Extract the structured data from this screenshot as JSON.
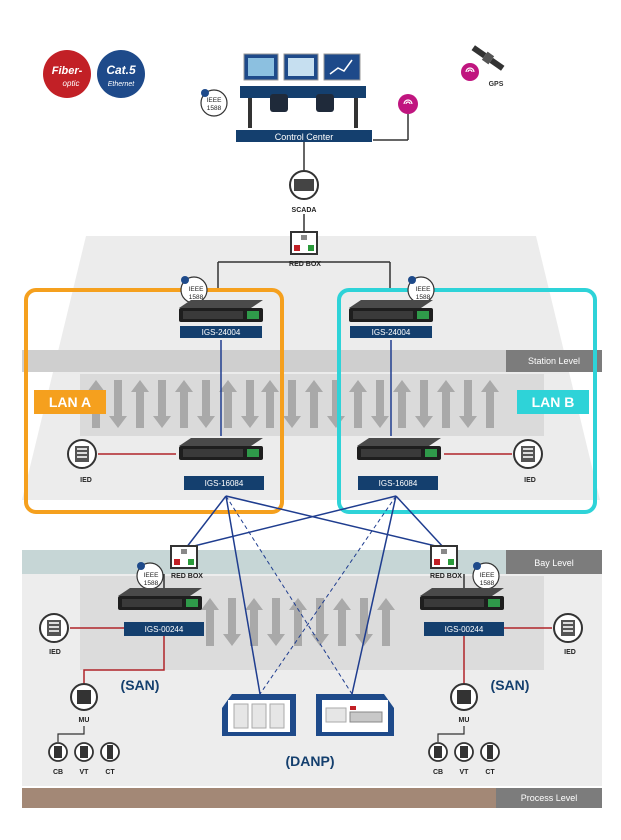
{
  "badges": {
    "fiber_line1": "Fiber-",
    "fiber_line2": "optic",
    "cat5_line1": "Cat.5",
    "cat5_line2": "Ethernet",
    "gps": "GPS"
  },
  "top": {
    "control_center": "Control Center",
    "scada": "SCADA",
    "ieee_line1": "IEEE",
    "ieee_line2": "1588",
    "redbox": "RED BOX"
  },
  "levels": {
    "station": "Station Level",
    "bay": "Bay Level",
    "process": "Process Level"
  },
  "lans": {
    "a": "LAN A",
    "b": "LAN B"
  },
  "switches": {
    "station_a": "IGS-24004",
    "station_b": "IGS-24004",
    "access_a": "IGS-16084",
    "access_b": "IGS-16084",
    "bay_left": "IGS-00244",
    "bay_right": "IGS-00244"
  },
  "devices": {
    "ied": "IED",
    "mu": "MU",
    "cb": "CB",
    "vt": "VT",
    "ct": "CT"
  },
  "networks": {
    "san": "(SAN)",
    "danp": "(DANP)"
  },
  "colors": {
    "lan_a": "#f5a01e",
    "lan_b": "#2ed3d8",
    "navy": "#143f6e",
    "level_bar": "#7c7c7c",
    "process_bar": "#a38876",
    "red_link": "#b0242a",
    "blue_link": "#1f3d8f",
    "fiber_badge": "#c22026",
    "cat5_badge": "#1e4a8a",
    "magenta": "#c0157f"
  }
}
